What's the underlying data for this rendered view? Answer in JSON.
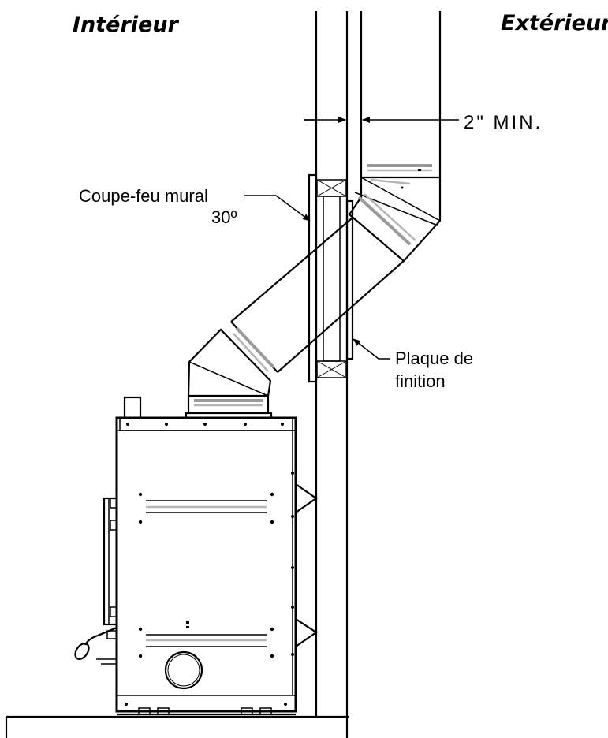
{
  "labels": {
    "interior": "Intérieur",
    "exterior": "Extérieur",
    "clearance": "2\" MIN.",
    "firestop_line1": "Coupe-feu mural",
    "firestop_line2": "30º",
    "trim_line1": "Plaque de",
    "trim_line2": "finition"
  }
}
